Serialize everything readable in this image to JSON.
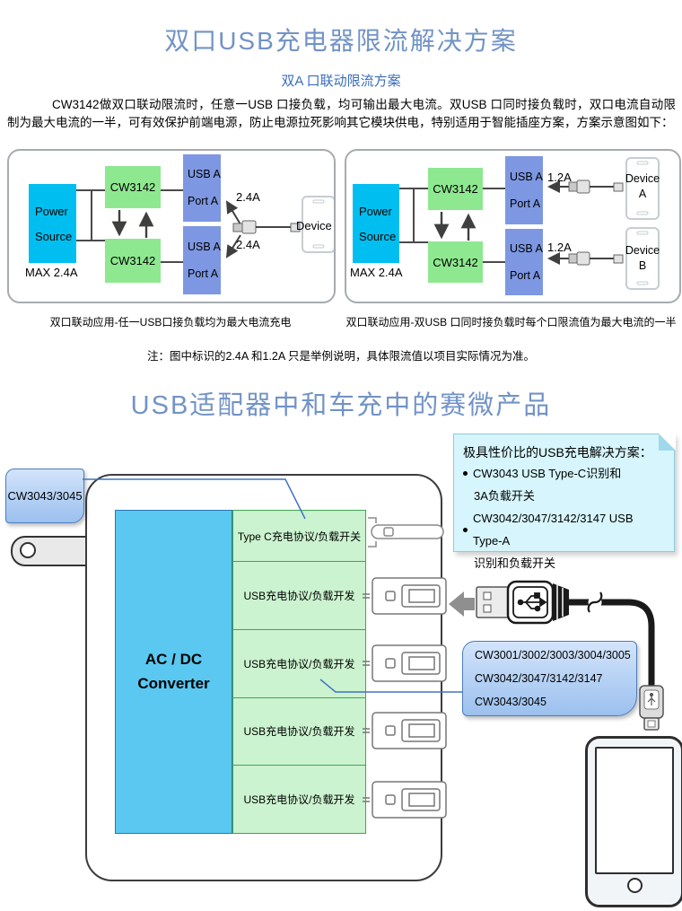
{
  "header": {
    "title": "双口USB充电器限流解决方案",
    "subtitle": "双A 口联动限流方案",
    "intro": "CW3142做双口联动限流时，任意一USB 口接负载，均可输出最大电流。双USB 口同时接负载时，双口电流自动限制为最大电流的一半，可有效保护前端电源，防止电源拉死影响其它模块供电，特别适用于智能插座方案，方案示意图如下："
  },
  "diagram_left": {
    "power1": "Power",
    "power2": "Source",
    "max": "MAX 2.4A",
    "chip_top": "CW3142",
    "chip_bottom": "CW3142",
    "port_top1": "USB A",
    "port_top2": "Port A",
    "port_bottom1": "USB A",
    "port_bottom2": "Port A",
    "current_top": "2.4A",
    "current_bottom": "2.4A",
    "device": "Device",
    "caption": "双口联动应用-任一USB口接负载均为最大电流充电"
  },
  "diagram_right": {
    "power1": "Power",
    "power2": "Source",
    "max": "MAX 2.4A",
    "chip_top": "CW3142",
    "chip_bottom": "CW3142",
    "port_top1": "USB A",
    "port_top2": "Port A",
    "port_bottom1": "USB A",
    "port_bottom2": "Port A",
    "current_top": "1.2A",
    "current_bottom": "1.2A",
    "device_a1": "Device",
    "device_a2": "A",
    "device_b1": "Device",
    "device_b2": "B",
    "caption": "双口联动应用-双USB 口同时接负载时每个口限流值为最大电流的一半"
  },
  "note": "注：图中标识的2.4A 和1.2A 只是举例说明，具体限流值以项目实际情况为准。",
  "section2": {
    "title": "USB适配器中和车充中的赛微产品",
    "callout": {
      "title": "极具性价比的USB充电解决方案：",
      "bullets": [
        {
          "line1": "CW3043 USB Type-C识别和",
          "line2": "3A负载开关"
        },
        {
          "line1": "CW3042/3047/3142/3147 USB Type-A",
          "line2": "识别和负载开关"
        }
      ]
    },
    "label_left": "CW3043/3045",
    "acdc1": "AC / DC",
    "acdc2": "Converter",
    "rows": [
      "Type C充电协议/负载开关",
      "USB充电协议/负载开发",
      "USB充电协议/负载开发",
      "USB充电协议/负载开发",
      "USB充电协议/负载开发"
    ],
    "chips": [
      "CW3001/3002/3003/3004/3005",
      "CW3042/3047/3142/3147",
      "CW3043/3045"
    ]
  },
  "colors": {
    "title_blue": "#7293C6",
    "subtitle_blue": "#3A6DBE",
    "power_cyan": "#00BFF0",
    "acdc_cyan": "#5AC8F0",
    "chip_green": "#8EE890",
    "row_green": "#CBF3CF",
    "row_border_green": "#3EA553",
    "port_blue": "#7D97E2",
    "annotation_blue": "#4472C4",
    "callout_bg": "#D6F5FC",
    "label_box_blue": "#9CC0EE"
  }
}
